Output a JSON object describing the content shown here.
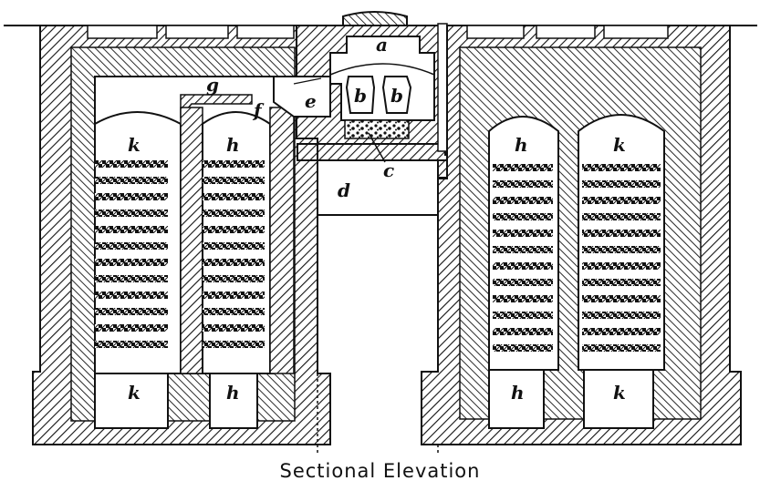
{
  "caption": "Sectional Elevation",
  "labels": {
    "a": "a",
    "b_left": "b",
    "b_right": "b",
    "c": "c",
    "d": "d",
    "e": "e",
    "f": "f",
    "g": "g",
    "k_left_top": "k",
    "h_left_top": "h",
    "h_right_top": "h",
    "k_right_top": "k",
    "k_left_bottom": "k",
    "h_left_bottom": "h",
    "h_right_bottom": "h",
    "k_right_bottom": "k"
  },
  "colors": {
    "ink": "#111111",
    "paper": "#ffffff"
  }
}
